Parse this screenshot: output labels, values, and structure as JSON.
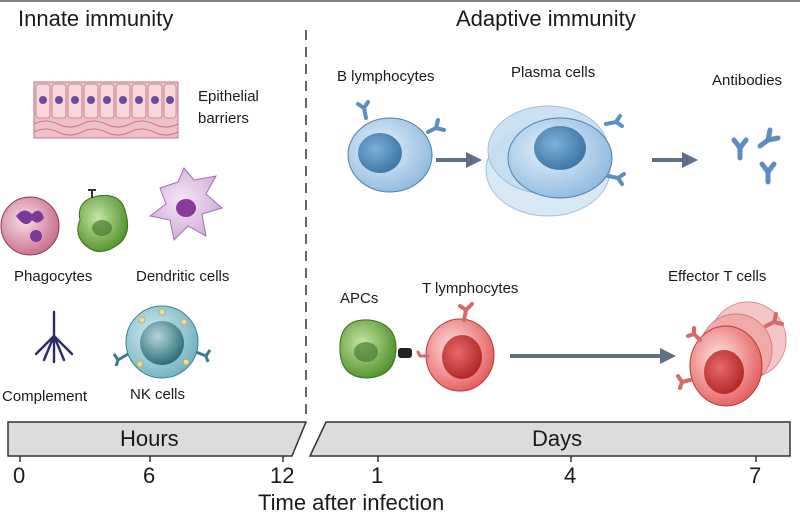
{
  "sections": {
    "innate_title": "Innate immunity",
    "adaptive_title": "Adaptive immunity"
  },
  "innate": {
    "epithelial": "Epithelial\nbarriers",
    "epithelial_line1": "Epithelial",
    "epithelial_line2": "barriers",
    "phagocytes": "Phagocytes",
    "dendritic": "Dendritic cells",
    "complement": "Complement",
    "nk": "NK cells"
  },
  "adaptive": {
    "b_lymphocytes": "B lymphocytes",
    "plasma_cells": "Plasma cells",
    "antibodies": "Antibodies",
    "apcs": "APCs",
    "t_lymphocytes": "T lymphocytes",
    "effector_t": "Effector T cells"
  },
  "timeline": {
    "hours_label": "Hours",
    "days_label": "Days",
    "axis_title": "Time after infection",
    "ticks": [
      "0",
      "6",
      "12",
      "1",
      "4",
      "7"
    ]
  },
  "colors": {
    "b_cell": "#8fb9df",
    "t_cell": "#e45a5a",
    "apc": "#6aa93a",
    "band_fill": "#dcdcdc",
    "arrow": "#5e7184"
  }
}
